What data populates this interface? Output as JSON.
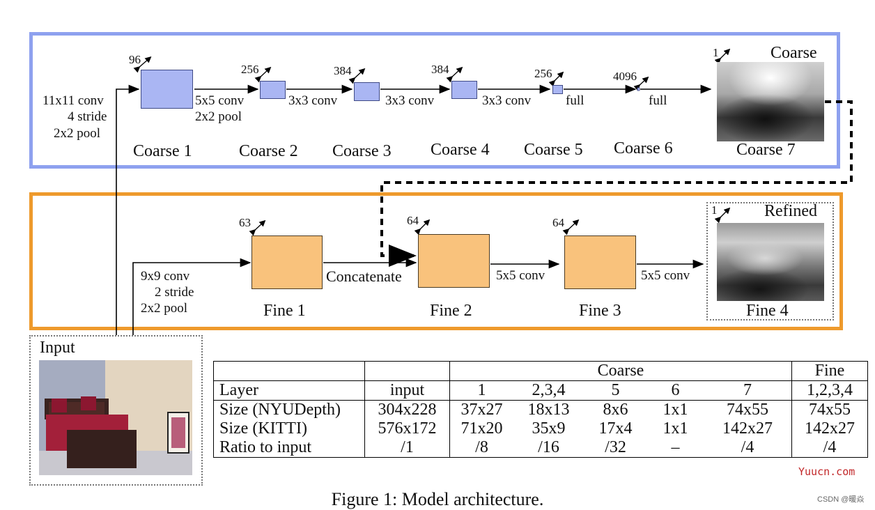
{
  "coarse_panel": {
    "layers": [
      {
        "name": "Coarse 1",
        "size": "96",
        "op_lines": [
          "5x5 conv",
          "2x2 pool"
        ]
      },
      {
        "name": "Coarse 2",
        "size": "256",
        "op_lines": [
          "3x3 conv"
        ]
      },
      {
        "name": "Coarse 3",
        "size": "384",
        "op_lines": [
          "3x3 conv"
        ]
      },
      {
        "name": "Coarse 4",
        "size": "384",
        "op_lines": [
          "3x3 conv"
        ]
      },
      {
        "name": "Coarse 5",
        "size": "256",
        "op_lines": [
          "full"
        ]
      },
      {
        "name": "Coarse 6",
        "size": "4096",
        "op_lines": [
          "full"
        ]
      },
      {
        "name": "Coarse 7",
        "size": "1",
        "op_lines": []
      }
    ],
    "input_op_lines": [
      "11x11 conv",
      "4 stride",
      "2x2 pool"
    ],
    "output_title": "Coarse"
  },
  "fine_panel": {
    "layers": [
      {
        "name": "Fine 1",
        "size": "63",
        "op": "Concatenate"
      },
      {
        "name": "Fine 2",
        "size": "64",
        "op": "5x5 conv"
      },
      {
        "name": "Fine 3",
        "size": "64",
        "op": "5x5 conv"
      },
      {
        "name": "Fine 4",
        "size": "1",
        "op": ""
      }
    ],
    "input_op_lines": [
      "9x9 conv",
      "2 stride",
      "2x2 pool"
    ],
    "output_title": "Refined"
  },
  "input_label": "Input",
  "table": {
    "group_header": [
      "",
      "",
      "Coarse",
      "Fine"
    ],
    "columns": [
      "Layer",
      "input",
      "1",
      "2,3,4",
      "5",
      "6",
      "7",
      "1,2,3,4"
    ],
    "rows": [
      [
        "Size (NYUDepth)",
        "304x228",
        "37x27",
        "18x13",
        "8x6",
        "1x1",
        "74x55",
        "74x55"
      ],
      [
        "Size (KITTI)",
        "576x172",
        "71x20",
        "35x9",
        "17x4",
        "1x1",
        "142x27",
        "142x27"
      ],
      [
        "Ratio to input",
        "/1",
        "/8",
        "/16",
        "/32",
        "–",
        "/4",
        "/4"
      ]
    ]
  },
  "caption": "Figure 1: Model architecture.",
  "watermark": {
    "site": "Yuucn.com",
    "author": "CSDN @暖焱"
  },
  "colors": {
    "coarse_border": "#8ea1ef",
    "fine_border": "#ee9a2c",
    "coarse_block": "#aab6f3",
    "fine_block": "#f9c27c",
    "watermark_red": "#c2282a"
  }
}
